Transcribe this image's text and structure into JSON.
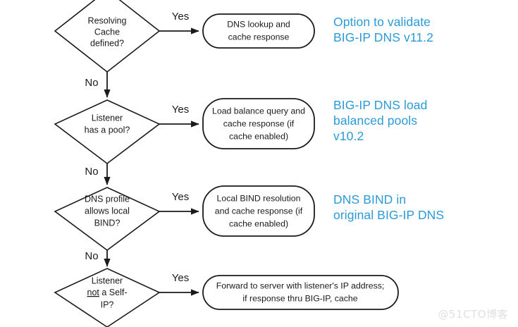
{
  "diagram": {
    "title": "BIG-IP DNS query resolution order flowchart",
    "accent_blue": "#2b9ad9",
    "line_color": "#1a1a1a",
    "background": "#ffffff",
    "yes_label": "Yes",
    "no_label": "No",
    "rows": [
      {
        "decision_lines": [
          "Resolving",
          "Cache",
          "defined?"
        ],
        "decision_underline_index": -1,
        "action_lines": [
          "DNS lookup and",
          "cache response"
        ],
        "annotation": "Option to validate\nBIG-IP DNS v11.2"
      },
      {
        "decision_lines": [
          "Listener",
          "has a pool?"
        ],
        "decision_underline_index": -1,
        "action_lines": [
          "Load balance query and",
          "cache response (if",
          "cache enabled)"
        ],
        "annotation": "BIG-IP DNS load\nbalanced pools\nv10.2"
      },
      {
        "decision_lines": [
          "DNS profile",
          "allows local",
          "BIND?"
        ],
        "decision_underline_index": -1,
        "action_lines": [
          "Local BIND resolution",
          "and cache response (if",
          "cache enabled)"
        ],
        "annotation": "DNS BIND in\noriginal BIG-IP DNS"
      },
      {
        "decision_lines": [
          "Listener",
          "not a Self-",
          "IP?"
        ],
        "decision_underline_index": 1,
        "decision_underline_word": "not",
        "action_lines": [
          "Forward to server with listener's IP address;",
          "if response thru BIG-IP, cache"
        ],
        "annotation": ""
      }
    ],
    "watermark": "@51CTO博客"
  }
}
